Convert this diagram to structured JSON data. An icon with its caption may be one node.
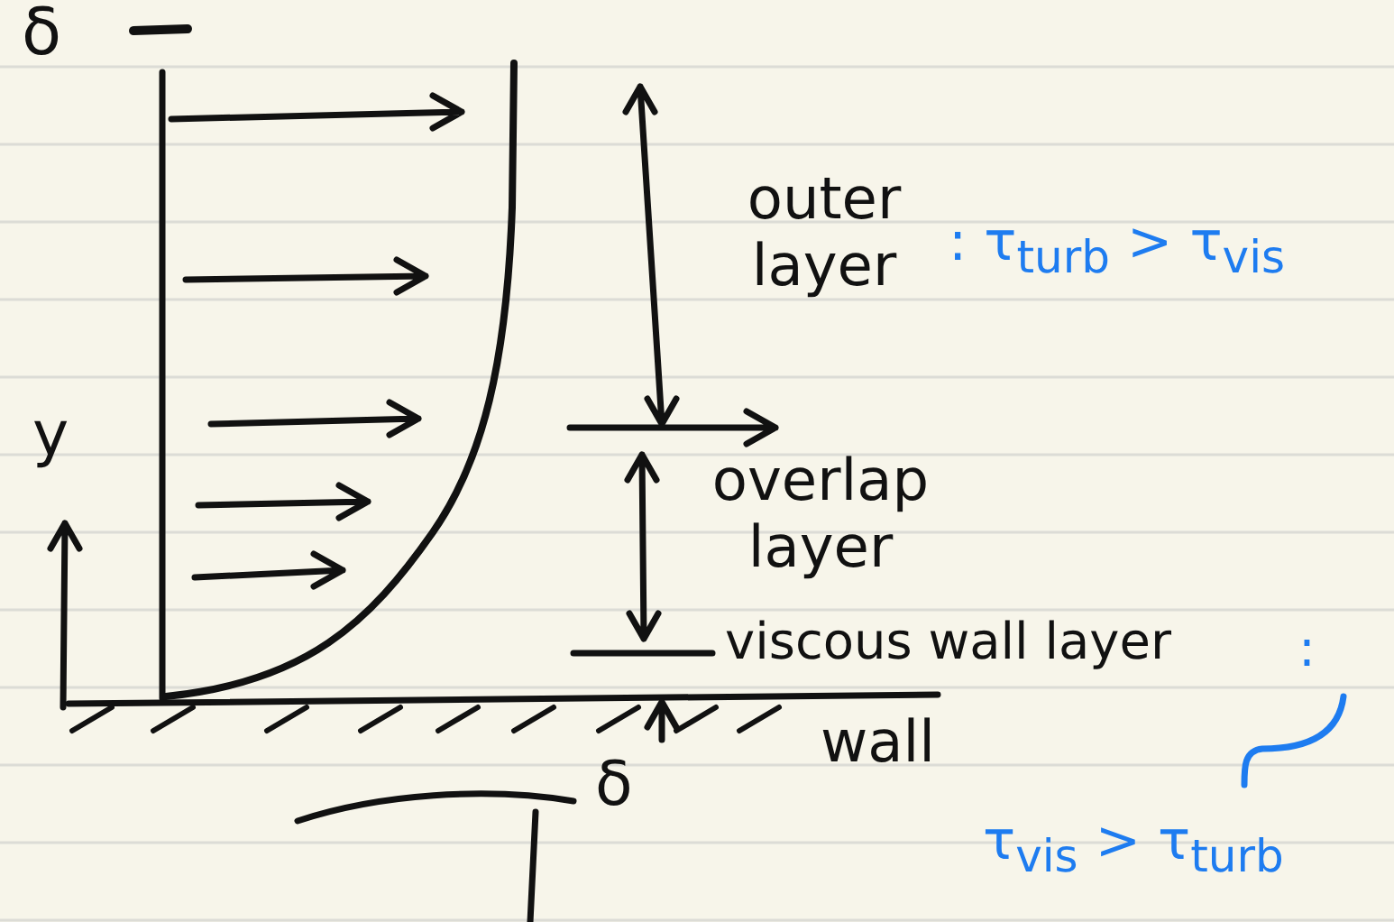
{
  "diagram": {
    "labels": [
      "δ",
      "y",
      "outer layer",
      ": τ$_{turb}$ > τ$_{vis}$",
      "overlap layer",
      "viscous wall layer",
      ":",
      "wall",
      "τ$_{vis}$ > τ$_{turb}$",
      "δ"
    ]
  }
}
